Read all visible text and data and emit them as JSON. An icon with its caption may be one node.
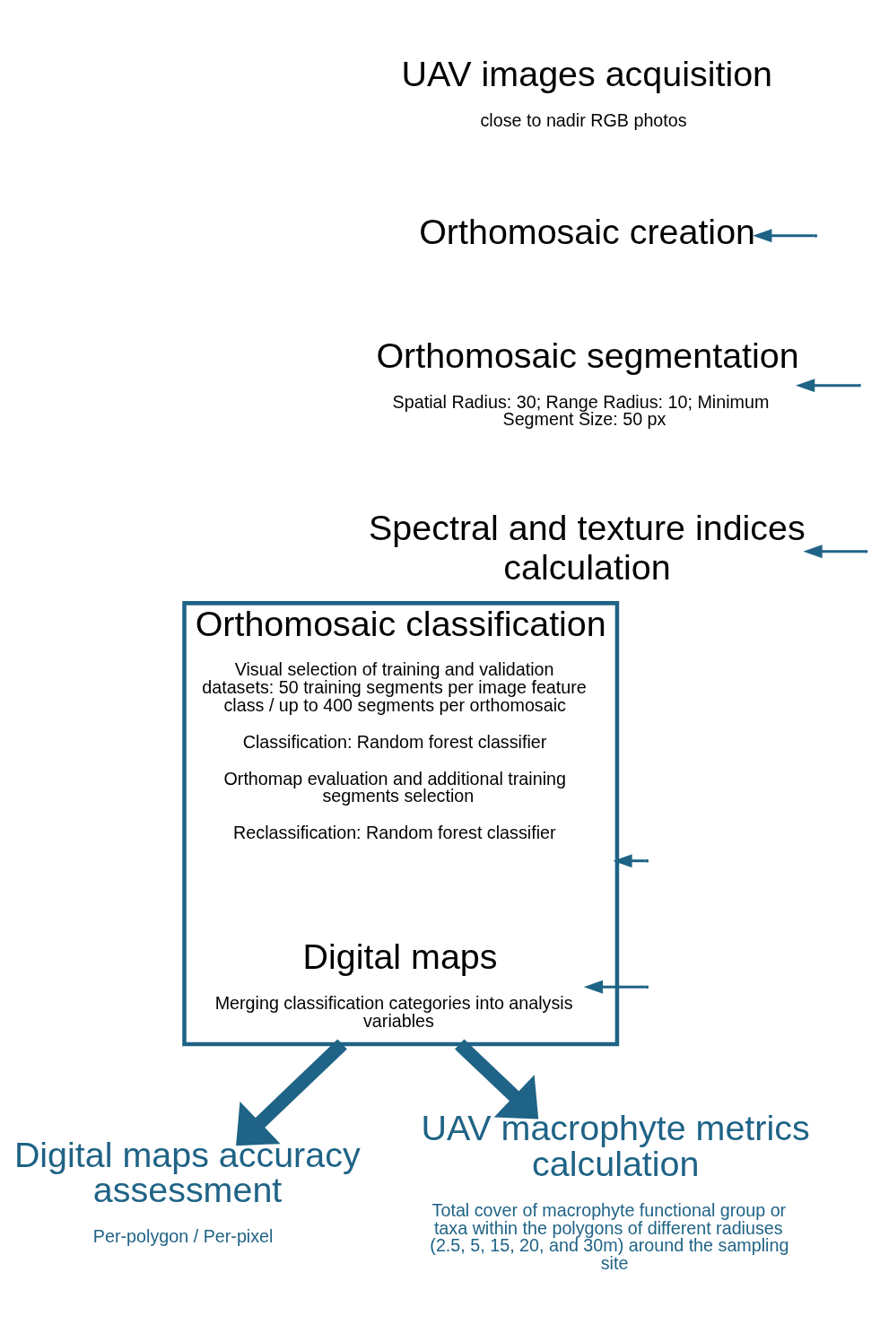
{
  "diagram": {
    "nodes": [
      {
        "text": [
          "UAV images acquisition",
          "close to nadir RGB photos"
        ]
      },
      {
        "text": [
          "Orthomosaic creation"
        ]
      },
      {
        "text": [
          "Orthomosaic segmentation",
          "Spatial Radius: 30; Range Radius: 10; Minimum Segment Size: 50 px"
        ]
      },
      {
        "text": [
          "Spectral and texture indices calculation"
        ]
      },
      {
        "text": [
          "Orthomosaic classification",
          "Visual selection of training and validation datasets: 50 training segments per image feature class / up to 400 segments per orthomosaic",
          "Classification: Random forest classifier",
          "Orthomap evaluation and additional training segments selection",
          "Reclassification: Random forest classifier"
        ]
      },
      {
        "text": [
          "Digital maps",
          "Merging classification categories into analysis variables"
        ],
        "in": 4
      },
      {
        "text": [
          "Digital maps accuracy assessment",
          "Per-polygon / Per-pixel"
        ]
      },
      {
        "text": [
          "UAV macrophyte metrics calculation",
          "Total cover of macrophyte functional group or taxa within the polygons of different radiuses (2.5, 5, 15, 20, and 30m) around the sampling site"
        ]
      }
    ],
    "edges": [
      {
        "from": 4,
        "to": 6,
        "arrow": "to",
        "style": "thick"
      },
      {
        "from": 4,
        "to": 7,
        "arrow": "to",
        "style": "thick"
      },
      {
        "from": null,
        "to": 1,
        "arrow": "to"
      },
      {
        "from": null,
        "to": 2,
        "arrow": "to"
      },
      {
        "from": null,
        "to": 3,
        "arrow": "to"
      },
      {
        "from": null,
        "to": 4,
        "arrow": "to"
      },
      {
        "from": null,
        "to": 5,
        "arrow": "to"
      }
    ]
  }
}
